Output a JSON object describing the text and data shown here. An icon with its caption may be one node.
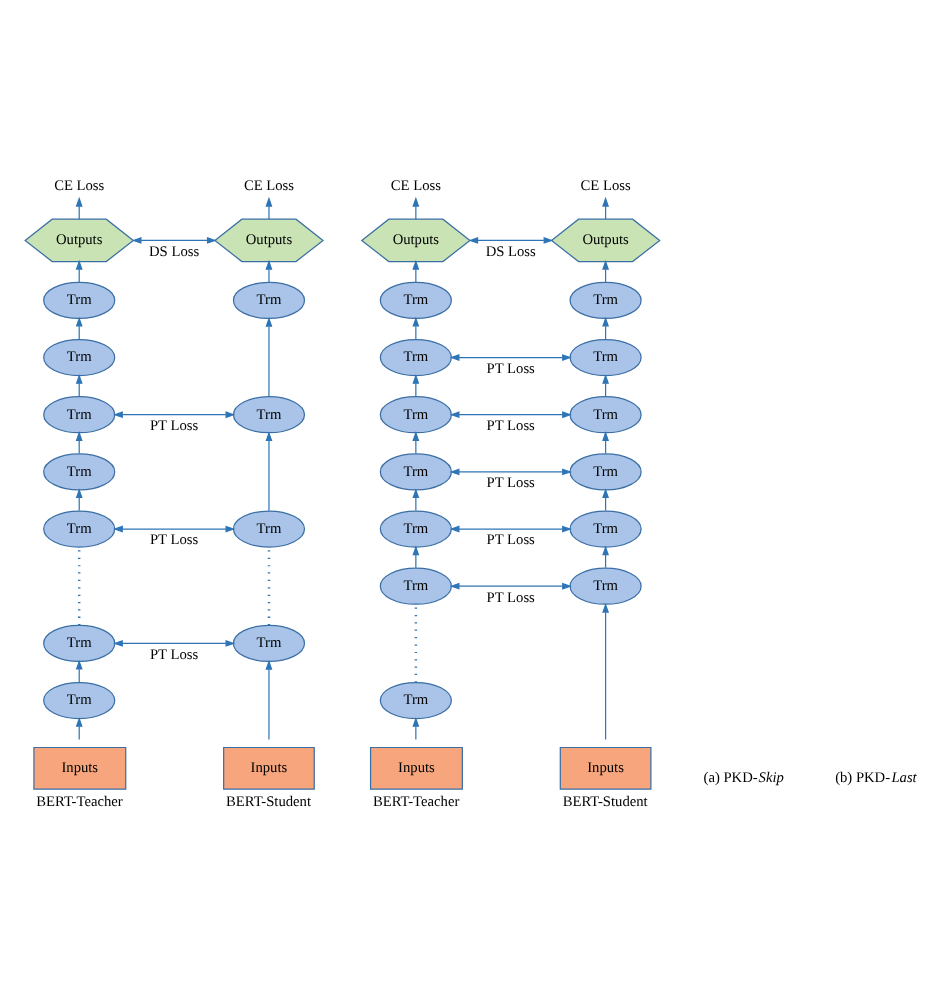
{
  "diagram": {
    "nodes": [
      {
        "text": [
          "CE Loss"
        ]
      },
      {
        "text": [
          "CE Loss"
        ]
      },
      {
        "text": [
          "Outputs"
        ]
      },
      {
        "text": [
          "Outputs"
        ]
      },
      {
        "text": [
          "Trm"
        ]
      },
      {
        "text": [
          "Trm"
        ]
      },
      {
        "text": [
          "Trm"
        ]
      },
      {
        "text": [
          "Trm"
        ]
      },
      {
        "text": [
          "Trm"
        ]
      },
      {
        "text": [
          "Trm"
        ]
      },
      {
        "text": [
          "Trm"
        ]
      },
      {
        "text": [
          "Trm"
        ]
      },
      {
        "text": [
          "Trm"
        ]
      },
      {
        "text": [
          "Trm"
        ]
      },
      {
        "text": [
          "Trm"
        ]
      },
      {
        "text": [
          "Inputs"
        ],
        "beside": [
          "BERT-Teacher"
        ]
      },
      {
        "text": [
          "Inputs"
        ],
        "beside": [
          "BERT-Student"
        ]
      },
      {
        "text": [
          "CE Loss"
        ]
      },
      {
        "text": [
          "CE Loss"
        ]
      },
      {
        "text": [
          "Outputs"
        ]
      },
      {
        "text": [
          "Outputs"
        ]
      },
      {
        "text": [
          "Trm"
        ]
      },
      {
        "text": [
          "Trm"
        ]
      },
      {
        "text": [
          "Trm"
        ]
      },
      {
        "text": [
          "Trm"
        ]
      },
      {
        "text": [
          "Trm"
        ]
      },
      {
        "text": [
          "Trm"
        ]
      },
      {
        "text": [
          "Trm"
        ]
      },
      {
        "text": [
          "Trm"
        ]
      },
      {
        "text": [
          "Trm"
        ]
      },
      {
        "text": [
          "Trm"
        ]
      },
      {
        "text": [
          "Trm"
        ]
      },
      {
        "text": [
          "Trm"
        ]
      },
      {
        "text": [
          "Trm"
        ]
      },
      {
        "text": [
          "Inputs"
        ],
        "beside": [
          "BERT-Teacher"
        ]
      },
      {
        "text": [
          "Inputs"
        ],
        "beside": [
          "BERT-Student"
        ]
      }
    ],
    "edges": [
      {
        "from": 2,
        "to": 0,
        "arrow": "to"
      },
      {
        "from": 3,
        "to": 1,
        "arrow": "to"
      },
      {
        "from": 2,
        "to": 3,
        "arrow": "both",
        "label": "DS Loss"
      },
      {
        "from": 4,
        "to": 2,
        "arrow": "to"
      },
      {
        "from": 5,
        "to": 3,
        "arrow": "to"
      },
      {
        "from": 6,
        "to": 4,
        "arrow": "to"
      },
      {
        "from": 7,
        "to": 6,
        "arrow": "to"
      },
      {
        "from": 8,
        "to": 5,
        "arrow": "to"
      },
      {
        "from": 7,
        "to": 8,
        "arrow": "both",
        "label": "PT Loss"
      },
      {
        "from": 9,
        "to": 7,
        "arrow": "to"
      },
      {
        "from": 10,
        "to": 9,
        "arrow": "to"
      },
      {
        "from": 11,
        "to": 8,
        "arrow": "to"
      },
      {
        "from": 10,
        "to": 11,
        "arrow": "both",
        "label": "PT Loss"
      },
      {
        "from": 12,
        "to": 10,
        "arrow": "none",
        "style": "dashed"
      },
      {
        "from": 13,
        "to": 11,
        "arrow": "none",
        "style": "dashed"
      },
      {
        "from": 12,
        "to": 13,
        "arrow": "both",
        "label": "PT Loss"
      },
      {
        "from": 14,
        "to": 12,
        "arrow": "to"
      },
      {
        "from": 15,
        "to": 14,
        "arrow": "to"
      },
      {
        "from": 16,
        "to": 13,
        "arrow": "to"
      },
      {
        "from": 19,
        "to": 17,
        "arrow": "to"
      },
      {
        "from": 20,
        "to": 18,
        "arrow": "to"
      },
      {
        "from": 19,
        "to": 20,
        "arrow": "both",
        "label": "DS Loss"
      },
      {
        "from": 21,
        "to": 19,
        "arrow": "to"
      },
      {
        "from": 22,
        "to": 20,
        "arrow": "to"
      },
      {
        "from": 23,
        "to": 21,
        "arrow": "to"
      },
      {
        "from": 24,
        "to": 22,
        "arrow": "to"
      },
      {
        "from": 23,
        "to": 24,
        "arrow": "both",
        "label": "PT Loss"
      },
      {
        "from": 25,
        "to": 23,
        "arrow": "to"
      },
      {
        "from": 26,
        "to": 24,
        "arrow": "to"
      },
      {
        "from": 25,
        "to": 26,
        "arrow": "both",
        "label": "PT Loss"
      },
      {
        "from": 27,
        "to": 25,
        "arrow": "to"
      },
      {
        "from": 28,
        "to": 26,
        "arrow": "to"
      },
      {
        "from": 27,
        "to": 28,
        "arrow": "both",
        "label": "PT Loss"
      },
      {
        "from": 29,
        "to": 27,
        "arrow": "to"
      },
      {
        "from": 30,
        "to": 28,
        "arrow": "to"
      },
      {
        "from": 29,
        "to": 30,
        "arrow": "both",
        "label": "PT Loss"
      },
      {
        "from": 31,
        "to": 29,
        "arrow": "to"
      },
      {
        "from": 32,
        "to": 30,
        "arrow": "to"
      },
      {
        "from": 31,
        "to": 32,
        "arrow": "both",
        "label": "PT Loss"
      },
      {
        "from": 33,
        "to": 31,
        "arrow": "none",
        "style": "dashed"
      },
      {
        "from": 34,
        "to": 33,
        "arrow": "to"
      },
      {
        "from": 35,
        "to": 32,
        "arrow": "to"
      }
    ],
    "labels": [
      "(a) PKD-*Skip*",
      "(b) PKD-*Last*"
    ]
  }
}
